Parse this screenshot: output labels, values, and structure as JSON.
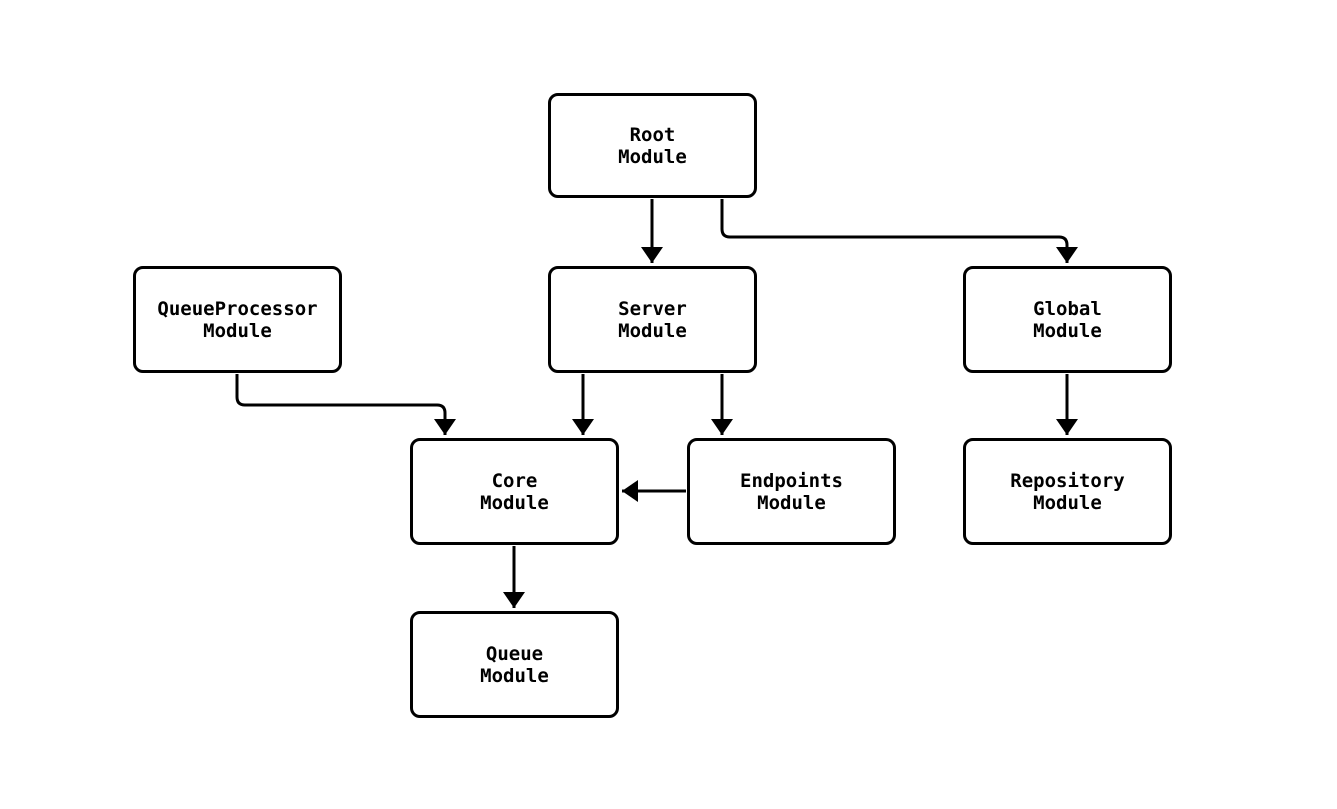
{
  "diagram": {
    "type": "module-dependency-graph",
    "colors": {
      "background": "#ffffff",
      "node_fill": "#ffffff",
      "node_border": "#000000",
      "edge": "#000000",
      "text": "#000000"
    },
    "nodes": [
      {
        "id": "root",
        "label": "Root\nModule"
      },
      {
        "id": "queueprocessor",
        "label": "QueueProcessor\nModule"
      },
      {
        "id": "server",
        "label": "Server\nModule"
      },
      {
        "id": "global",
        "label": "Global\nModule"
      },
      {
        "id": "core",
        "label": "Core\nModule"
      },
      {
        "id": "endpoints",
        "label": "Endpoints\nModule"
      },
      {
        "id": "repository",
        "label": "Repository\nModule"
      },
      {
        "id": "queue",
        "label": "Queue\nModule"
      }
    ],
    "edges": [
      {
        "from": "root",
        "to": "server"
      },
      {
        "from": "root",
        "to": "global"
      },
      {
        "from": "queueprocessor",
        "to": "core"
      },
      {
        "from": "server",
        "to": "core"
      },
      {
        "from": "server",
        "to": "endpoints"
      },
      {
        "from": "endpoints",
        "to": "core"
      },
      {
        "from": "core",
        "to": "queue"
      },
      {
        "from": "global",
        "to": "repository"
      }
    ]
  }
}
